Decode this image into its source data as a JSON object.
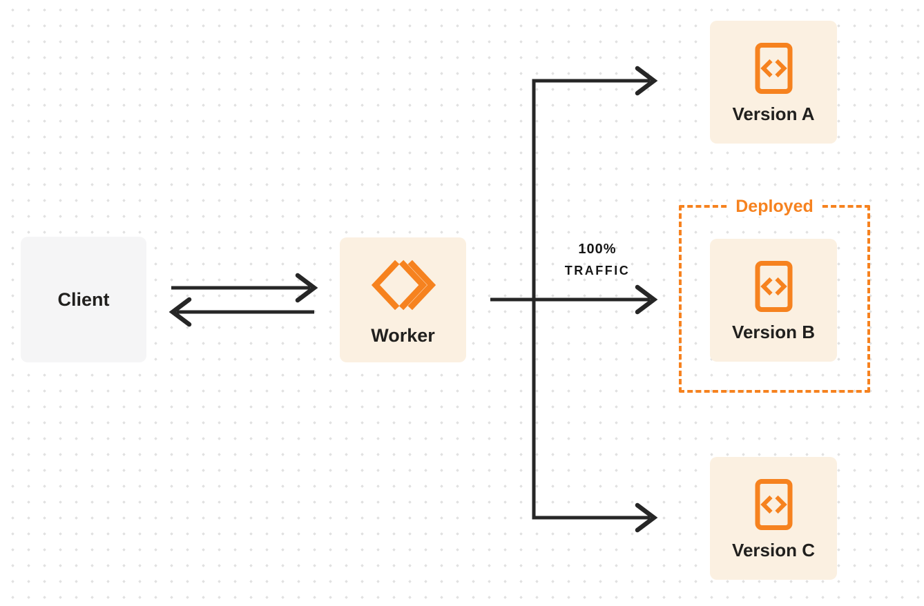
{
  "diagram": {
    "nodes": {
      "client": {
        "label": "Client"
      },
      "worker": {
        "label": "Worker"
      },
      "version_a": {
        "label": "Version A"
      },
      "version_b": {
        "label": "Version B"
      },
      "version_c": {
        "label": "Version C"
      }
    },
    "deployed_group": {
      "label": "Deployed"
    },
    "traffic_label": {
      "line1": "100%",
      "line2": "TRAFFIC"
    },
    "edges": [
      {
        "from": "client",
        "to": "worker",
        "style": "arrow-right"
      },
      {
        "from": "worker",
        "to": "client",
        "style": "arrow-left"
      },
      {
        "from": "worker",
        "to": "version_a",
        "style": "arrow-right"
      },
      {
        "from": "worker",
        "to": "version_b",
        "style": "arrow-right",
        "label": "100% TRAFFIC"
      },
      {
        "from": "worker",
        "to": "version_c",
        "style": "arrow-right"
      }
    ],
    "icons": {
      "worker": "workers-double-chevron-icon",
      "versions": "code-file-icon"
    },
    "colors": {
      "accent_orange": "#f6821f",
      "node_cream": "#fbf0e1",
      "client_gray": "#f5f5f6",
      "arrow_dark": "#262626",
      "text_dark": "#21201e",
      "dot_grid": "#e2e2e2",
      "background": "#ffffff"
    }
  }
}
